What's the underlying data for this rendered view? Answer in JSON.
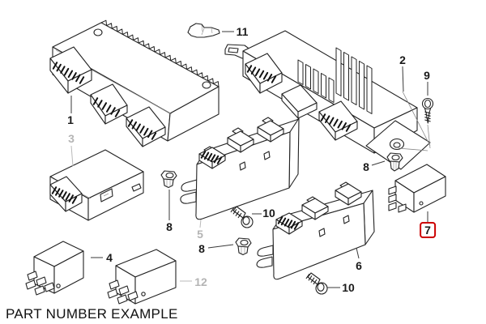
{
  "diagram": {
    "caption": "PART NUMBER EXAMPLE",
    "highlighted_callout": "7",
    "colors": {
      "ink": "#1a1a1a",
      "muted_label": "#b4b4b4",
      "highlight_box": "#cc0000",
      "background": "#ffffff"
    },
    "callouts": {
      "c1": {
        "label": "1"
      },
      "c2": {
        "label": "2"
      },
      "c3": {
        "label": "3"
      },
      "c4": {
        "label": "4"
      },
      "c5": {
        "label": "5"
      },
      "c6": {
        "label": "6"
      },
      "c7": {
        "label": "7"
      },
      "c8a": {
        "label": "8"
      },
      "c8b": {
        "label": "8"
      },
      "c8c": {
        "label": "8"
      },
      "c9": {
        "label": "9"
      },
      "c10a": {
        "label": "10"
      },
      "c10b": {
        "label": "10"
      },
      "c11": {
        "label": "11"
      },
      "c12": {
        "label": "12"
      }
    }
  }
}
